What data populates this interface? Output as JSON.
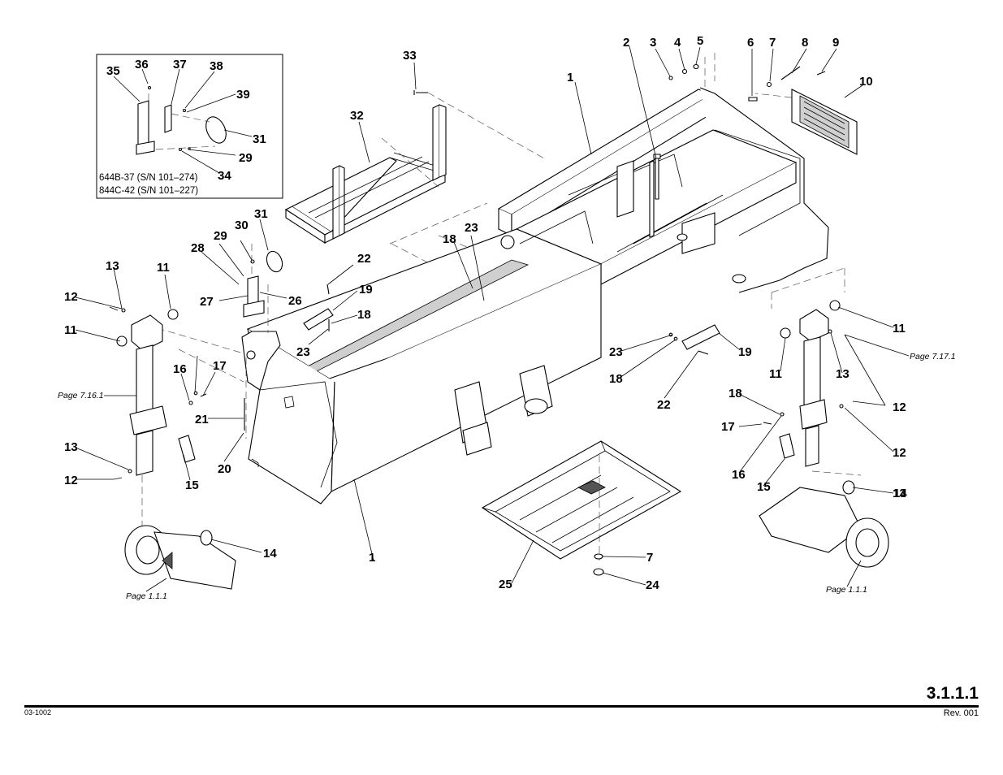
{
  "page": {
    "page_number": "3.1.1.1",
    "doc_code": "03-1002",
    "revision": "Rev. 001"
  },
  "inset": {
    "model_lines": [
      "644B-37 (S/N 101–274)",
      "844C-42 (S/N 101–227)"
    ],
    "callouts": [
      "35",
      "36",
      "37",
      "38",
      "39",
      "31",
      "29",
      "34"
    ]
  },
  "callouts": [
    "33",
    "32",
    "1",
    "2",
    "3",
    "4",
    "5",
    "6",
    "7",
    "8",
    "9",
    "10",
    "31",
    "30",
    "29",
    "28",
    "22",
    "19",
    "18",
    "23",
    "27",
    "26",
    "13",
    "11",
    "12",
    "11",
    "23",
    "18",
    "17",
    "16",
    "21",
    "20",
    "13",
    "12",
    "15",
    "14",
    "1",
    "23",
    "19",
    "18",
    "22",
    "11",
    "11",
    "12",
    "13",
    "18",
    "17",
    "16",
    "12",
    "15",
    "13",
    "14",
    "7",
    "25",
    "24"
  ],
  "page_refs": [
    "Page 7.16.1",
    "Page 1.1.1",
    "Page 7.17.1",
    "Page 1.1.1"
  ]
}
